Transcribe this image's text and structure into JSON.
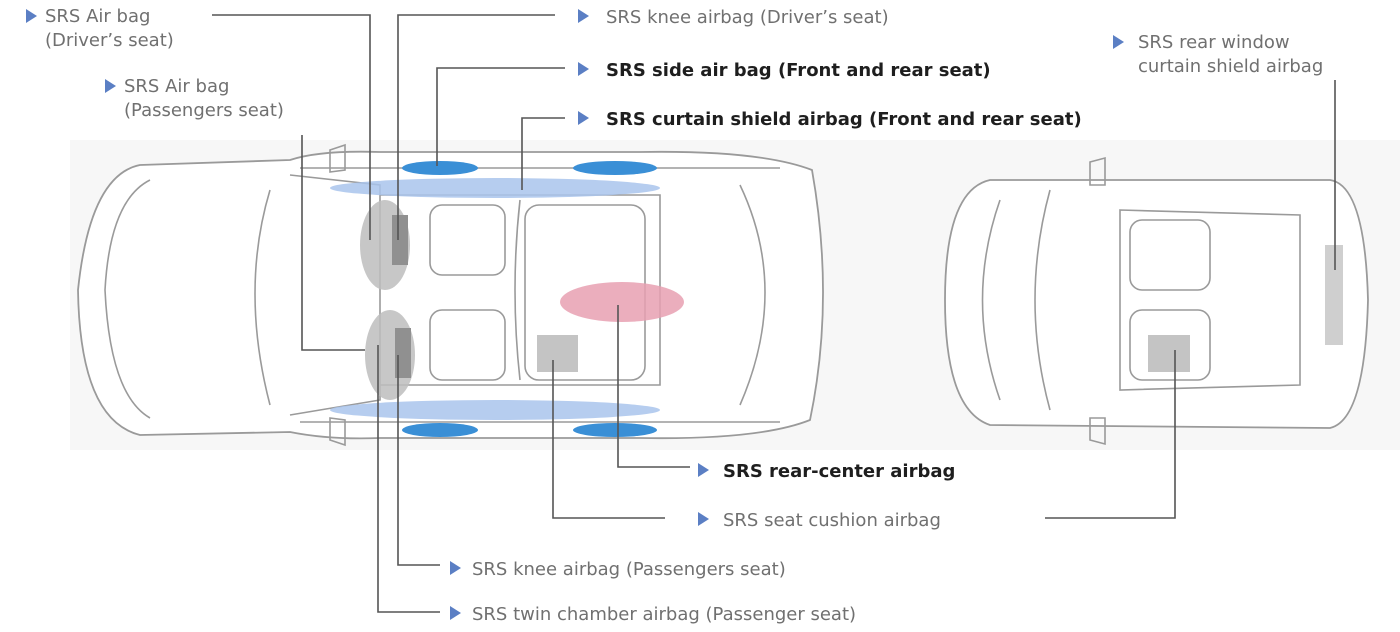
{
  "labels": {
    "driver_airbag": {
      "line1": "SRS Air bag",
      "line2": "(Driver’s seat)"
    },
    "passenger_airbag": {
      "line1": "SRS Air bag",
      "line2": "(Passengers seat)"
    },
    "knee_driver": "SRS knee airbag (Driver’s seat)",
    "side_airbag": "SRS side air bag (Front and rear seat)",
    "curtain_shield": "SRS curtain shield airbag (Front and rear seat)",
    "rear_window": {
      "line1": "SRS rear window",
      "line2": "curtain shield airbag"
    },
    "rear_center": "SRS rear-center airbag",
    "seat_cushion": "SRS seat cushion airbag",
    "knee_passenger": "SRS knee airbag (Passengers seat)",
    "twin_chamber": "SRS twin chamber airbag (Passenger seat)"
  },
  "colors": {
    "bullet": "#5b7fc4",
    "side_airbag": "#3a8fd6",
    "curtain": "#a9c4ec",
    "rear_center": "#e8a0b2",
    "grey_airbag": "#bdbdbd"
  }
}
